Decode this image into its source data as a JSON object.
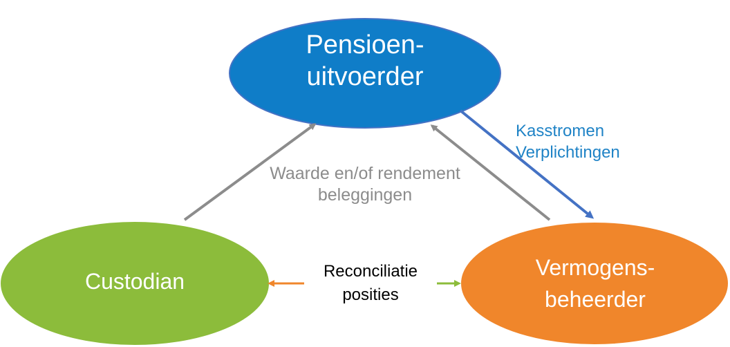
{
  "nodes": {
    "pension_provider": {
      "line1": "Pensioen-",
      "line2": "uitvoerder",
      "color": "#0f7dc8"
    },
    "custodian": {
      "label": "Custodian",
      "color": "#8cbc3b"
    },
    "asset_manager": {
      "line1": "Vermogens-",
      "line2": "beheerder",
      "color": "#f0862b"
    }
  },
  "edges": {
    "value_returns": {
      "line1": "Waarde en/of rendement",
      "line2": "beleggingen",
      "color": "#8c8c8c"
    },
    "cash_obligations": {
      "line1": "Kasstromen",
      "line2": "Verplichtingen",
      "color": "#4472c4"
    },
    "reconciliation": {
      "line1": "Reconciliatie",
      "line2": "posities"
    }
  },
  "colors": {
    "arrow_gray": "#8c8c8c",
    "arrow_blue": "#4472c4",
    "arrow_orange": "#f0862b",
    "arrow_green": "#8cbc3b",
    "text_blue": "#1f83c6"
  }
}
